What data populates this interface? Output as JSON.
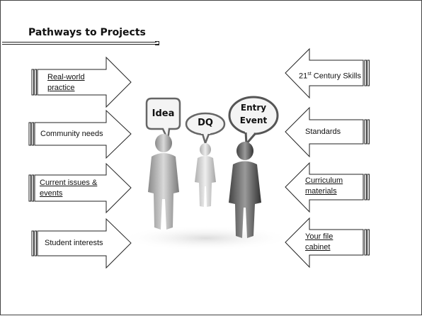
{
  "slide": {
    "title": "Pathways to Projects"
  },
  "left_arrows": [
    {
      "label": "Real-world practice"
    },
    {
      "label": "Community needs"
    },
    {
      "label": "Current issues & events"
    },
    {
      "label": "Student interests"
    }
  ],
  "right_arrows": [
    {
      "label_main": "21",
      "label_sup": "st",
      "label_rest": " Century Skills"
    },
    {
      "label": "Standards"
    },
    {
      "label": "Curriculum materials"
    },
    {
      "label": "Your file cabinet"
    }
  ],
  "bubbles": {
    "left": "Idea",
    "middle": "DQ",
    "right_line1": "Entry",
    "right_line2": "Event"
  }
}
